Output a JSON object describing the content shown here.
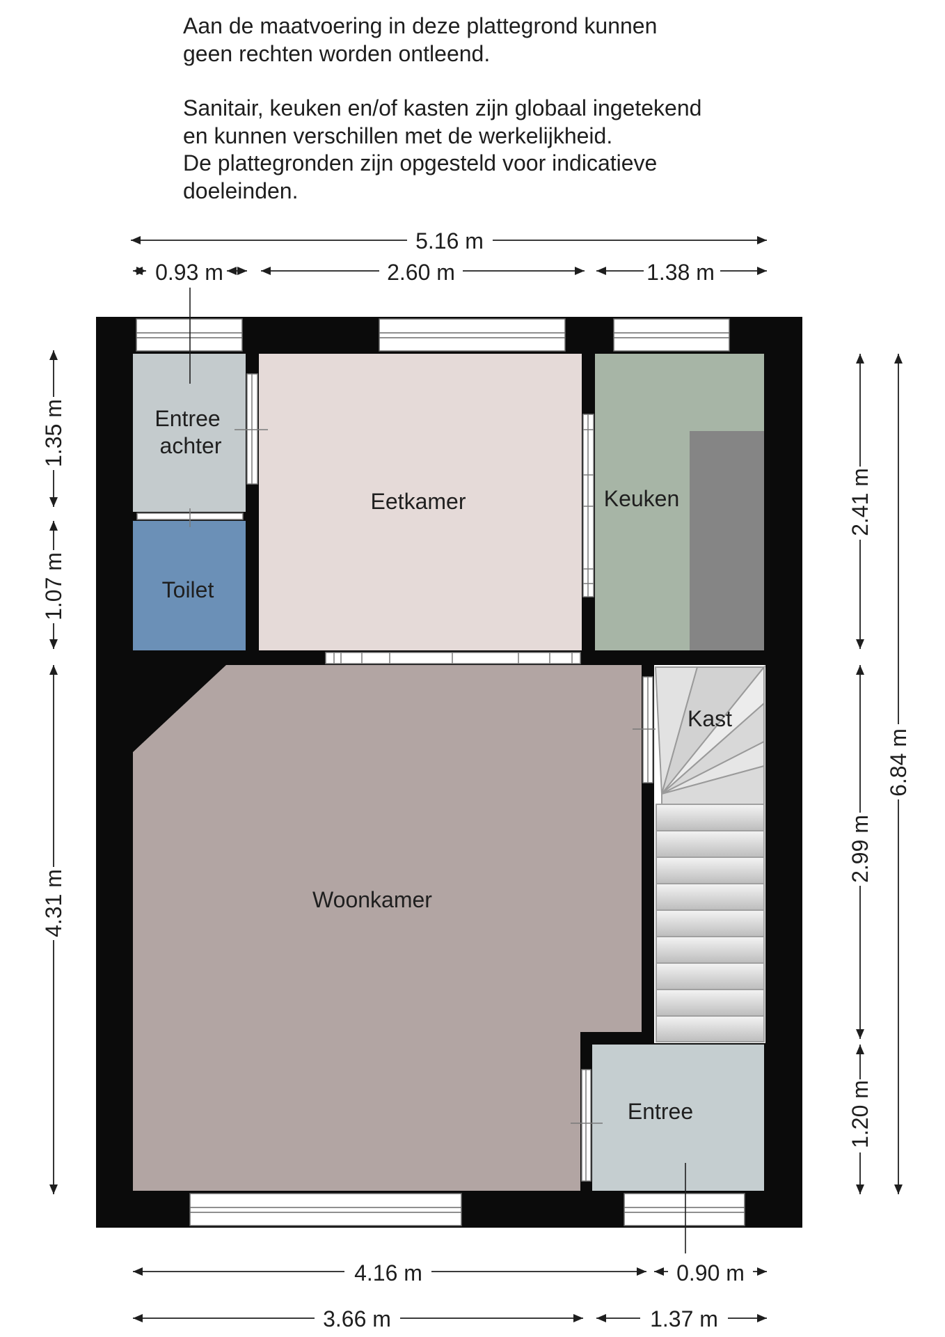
{
  "disclaimer": {
    "paragraph_1": [
      "Aan de maatvoering in deze  plattegrond kunnen",
      "geen rechten worden ontleend."
    ],
    "paragraph_2": [
      "Sanitair, keuken en/of kasten zijn globaal ingetekend",
      "en kunnen verschillen met de werkelijkheid.",
      "De plattegronden zijn opgesteld voor indicatieve",
      "doeleinden."
    ]
  },
  "rooms": {
    "entree_achter": [
      "Entree",
      "achter"
    ],
    "eetkamer": "Eetkamer",
    "keuken": "Keuken",
    "toilet": "Toilet",
    "woonkamer": "Woonkamer",
    "kast": "Kast",
    "entree": "Entree"
  },
  "dimensions": {
    "top_total": "5.16 m",
    "top_left": "0.93 m",
    "top_middle": "2.60 m",
    "top_right": "1.38 m",
    "left_top": "1.35 m",
    "left_middle": "1.07 m",
    "left_bottom": "4.31 m",
    "right_top": "2.41 m",
    "right_middle": "2.99 m",
    "right_bottom": "1.20 m",
    "right_total": "6.84 m",
    "bottom_left": "4.16 m",
    "bottom_right": "0.90 m",
    "bottom2_left": "3.66 m",
    "bottom2_right": "1.37 m"
  },
  "colors": {
    "wall": "#0b0b0b",
    "entree_achter": "#c4cbcd",
    "toilet": "#6b90b7",
    "eetkamer": "#e5dad8",
    "keuken": "#a7b5a6",
    "woonkamer": "#b2a5a3",
    "entree": "#c5ced0",
    "counter": "#858585",
    "stairs": "#dcdcdc"
  }
}
